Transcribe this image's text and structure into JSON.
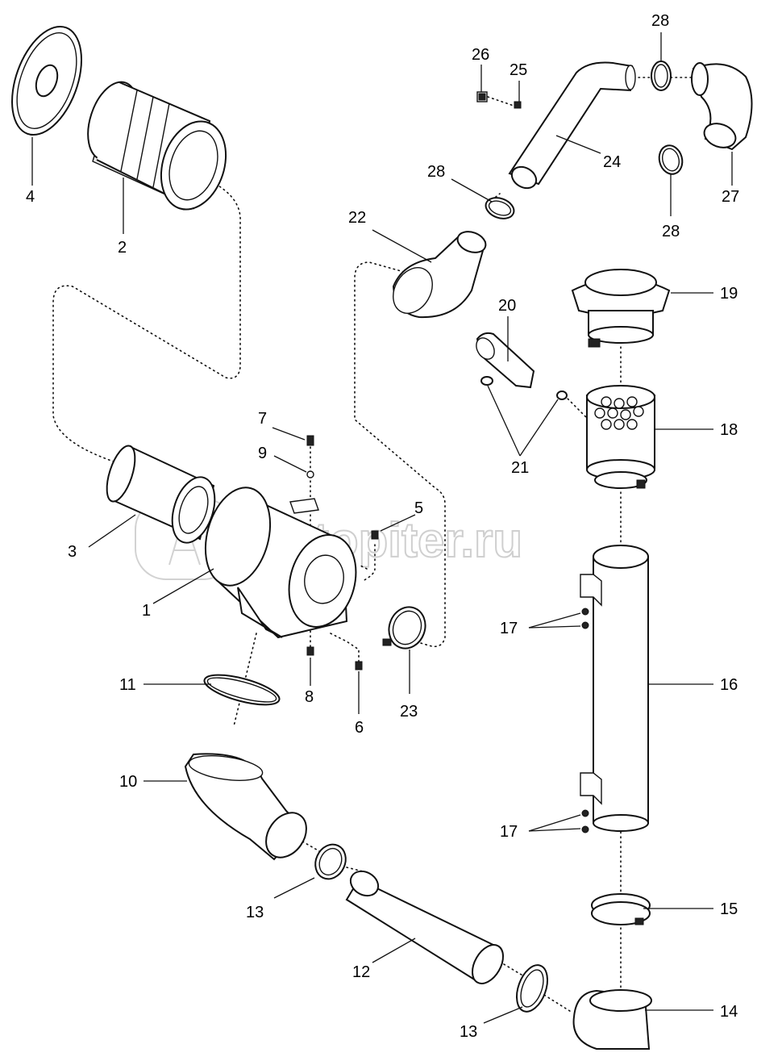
{
  "watermark": {
    "text": "autopiter.ru"
  },
  "callouts": {
    "c1": "1",
    "c2": "2",
    "c3": "3",
    "c4": "4",
    "c5": "5",
    "c6": "6",
    "c7": "7",
    "c8": "8",
    "c9": "9",
    "c10": "10",
    "c11": "11",
    "c12": "12",
    "c13a": "13",
    "c13b": "13",
    "c14": "14",
    "c15": "15",
    "c16": "16",
    "c17a": "17",
    "c17b": "17",
    "c18": "18",
    "c19": "19",
    "c20": "20",
    "c21": "21",
    "c22": "22",
    "c23": "23",
    "c24": "24",
    "c25": "25",
    "c26": "26",
    "c27": "27",
    "c28a": "28",
    "c28b": "28",
    "c28c": "28"
  }
}
